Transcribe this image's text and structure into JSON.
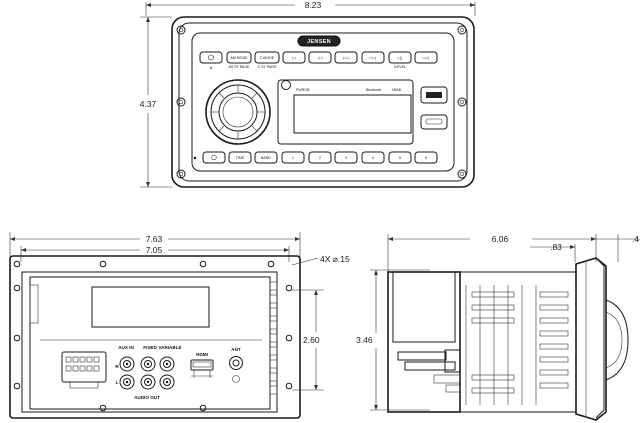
{
  "dimensions": {
    "front_width": "8.23",
    "front_height": "4.37",
    "rear_width_outer": "7.63",
    "rear_width_inner": "7.05",
    "hole_callout": "4X ⌀.15",
    "rear_hole_spacing": "2.60",
    "side_depth": "6.06",
    "side_front": ".83",
    "side_bezel": ".4",
    "side_height": "3.46"
  },
  "front_panel": {
    "brand": "JENSEN",
    "top_buttons": [
      "AM MODE",
      "C MODE",
      "",
      "",
      "",
      "",
      "",
      ""
    ],
    "top_sublabels": [
      "AS ST PAGE",
      "C ST PAGE",
      "ILEVEL"
    ],
    "bottom_buttons": [
      "TIME",
      "BAND",
      "1",
      "2",
      "3",
      "4",
      "5",
      "6"
    ],
    "display_labels": [
      "PWROB",
      "Bluetooth",
      "HDMI"
    ]
  },
  "rear_panel": {
    "aux_in": "AUX IN",
    "fixed": "FIXED",
    "variable": "VARIABLE",
    "hdmi": "HDMI",
    "ant": "ANT",
    "audio_out": "AUDIO OUT",
    "r": "R",
    "l": "L"
  }
}
